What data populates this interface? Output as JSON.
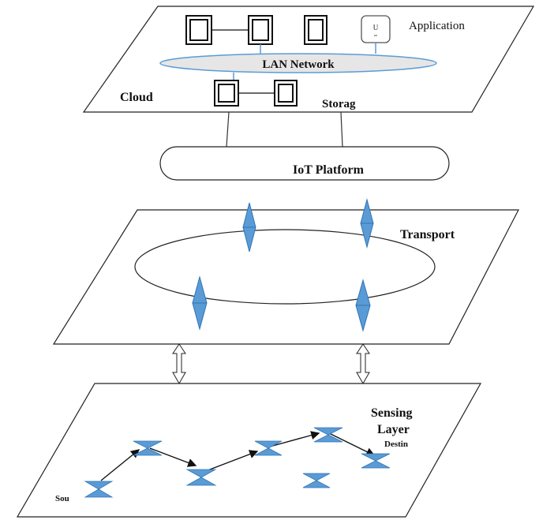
{
  "cloud_layer": {
    "application_label": "Application",
    "lan_label": "LAN Network",
    "cloud_label": "Cloud",
    "storage_label": "Storag",
    "user_icon_text": "U"
  },
  "platform": {
    "label": "IoT Platform"
  },
  "transport_layer": {
    "label": "Transport"
  },
  "sensing_layer": {
    "label_line1": "Sensing",
    "label_line2": "Layer",
    "source_label": "Sou",
    "destination_label": "Destin"
  },
  "colors": {
    "line": "#222222",
    "blue": "#5b9bd5",
    "blue_dark": "#2e75b6",
    "lan_fill": "#e6e6e6"
  }
}
